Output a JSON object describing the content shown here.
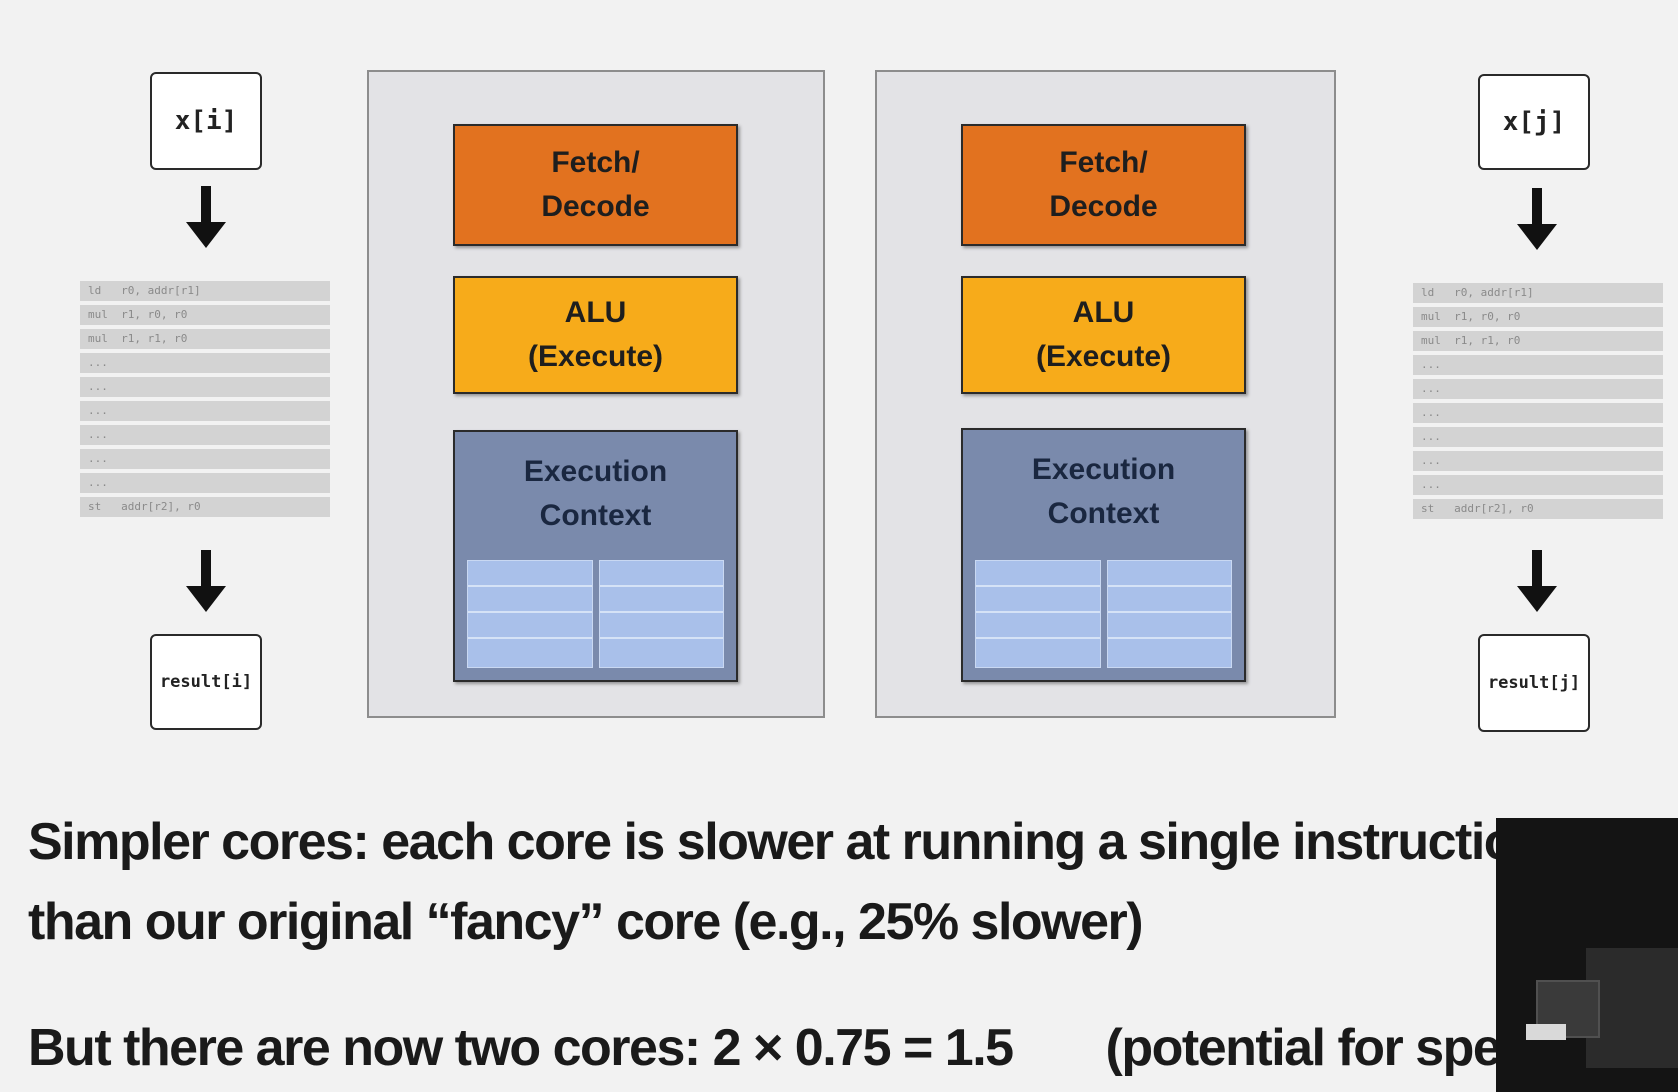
{
  "left_thread": {
    "input_label": "x[i]",
    "output_label": "result[i]",
    "instructions": [
      "ld   r0, addr[r1]",
      "mul  r1, r0, r0",
      "mul  r1, r1, r0",
      "...",
      "...",
      "...",
      "...",
      "...",
      "...",
      "st   addr[r2], r0"
    ]
  },
  "right_thread": {
    "input_label": "x[j]",
    "output_label": "result[j]",
    "instructions": [
      "ld   r0, addr[r1]",
      "mul  r1, r0, r0",
      "mul  r1, r1, r0",
      "...",
      "...",
      "...",
      "...",
      "...",
      "...",
      "st   addr[r2], r0"
    ]
  },
  "cores": [
    {
      "fetch_line1": "Fetch/",
      "fetch_line2": "Decode",
      "alu_line1": "ALU",
      "alu_line2": "(Execute)",
      "ctx_line1": "Execution",
      "ctx_line2": "Context"
    },
    {
      "fetch_line1": "Fetch/",
      "fetch_line2": "Decode",
      "alu_line1": "ALU",
      "alu_line2": "(Execute)",
      "ctx_line1": "Execution",
      "ctx_line2": "Context"
    }
  ],
  "text": {
    "line1": "Simpler cores: each core is slower at running a single instruction st",
    "line2": "than our original “fancy” core (e.g., 25% slower)",
    "line3_a": "But there are now two cores:  2 × 0.75 = 1.5",
    "line3_b": "(potential for spee"
  },
  "colors": {
    "fetch": "#e2721f",
    "alu": "#f7ab1a",
    "context": "#7a8aac",
    "context_registers": "#a9c0ea"
  }
}
